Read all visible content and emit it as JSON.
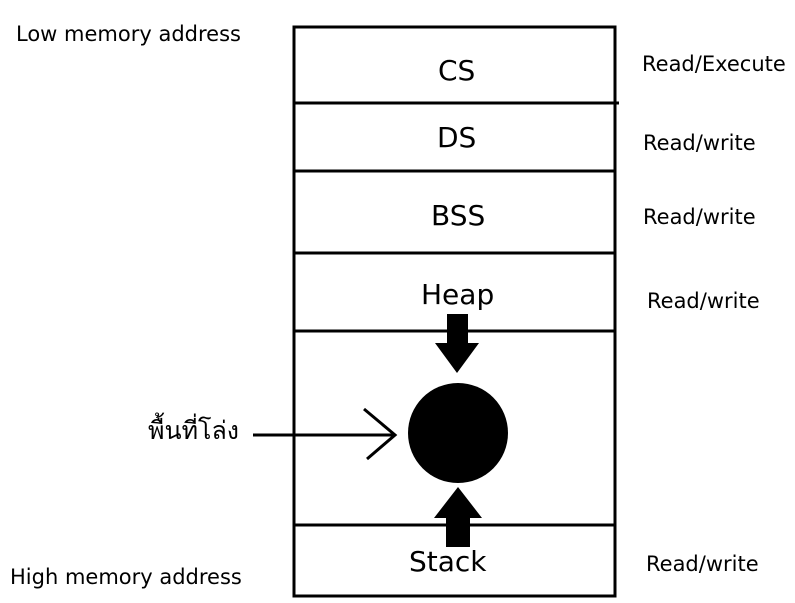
{
  "address_labels": {
    "low": "Low memory address",
    "high": "High memory address"
  },
  "segments": [
    {
      "name": "CS",
      "permission": "Read/Execute"
    },
    {
      "name": "DS",
      "permission": "Read/write"
    },
    {
      "name": "BSS",
      "permission": "Read/write"
    },
    {
      "name": "Heap",
      "permission": "Read/write"
    },
    {
      "name": "",
      "permission": ""
    },
    {
      "name": "Stack",
      "permission": "Read/write"
    }
  ],
  "free_space_label": "พื้นที่โล่ง",
  "colors": {
    "stroke": "#000000",
    "fill": "#000000",
    "background": "#ffffff"
  }
}
